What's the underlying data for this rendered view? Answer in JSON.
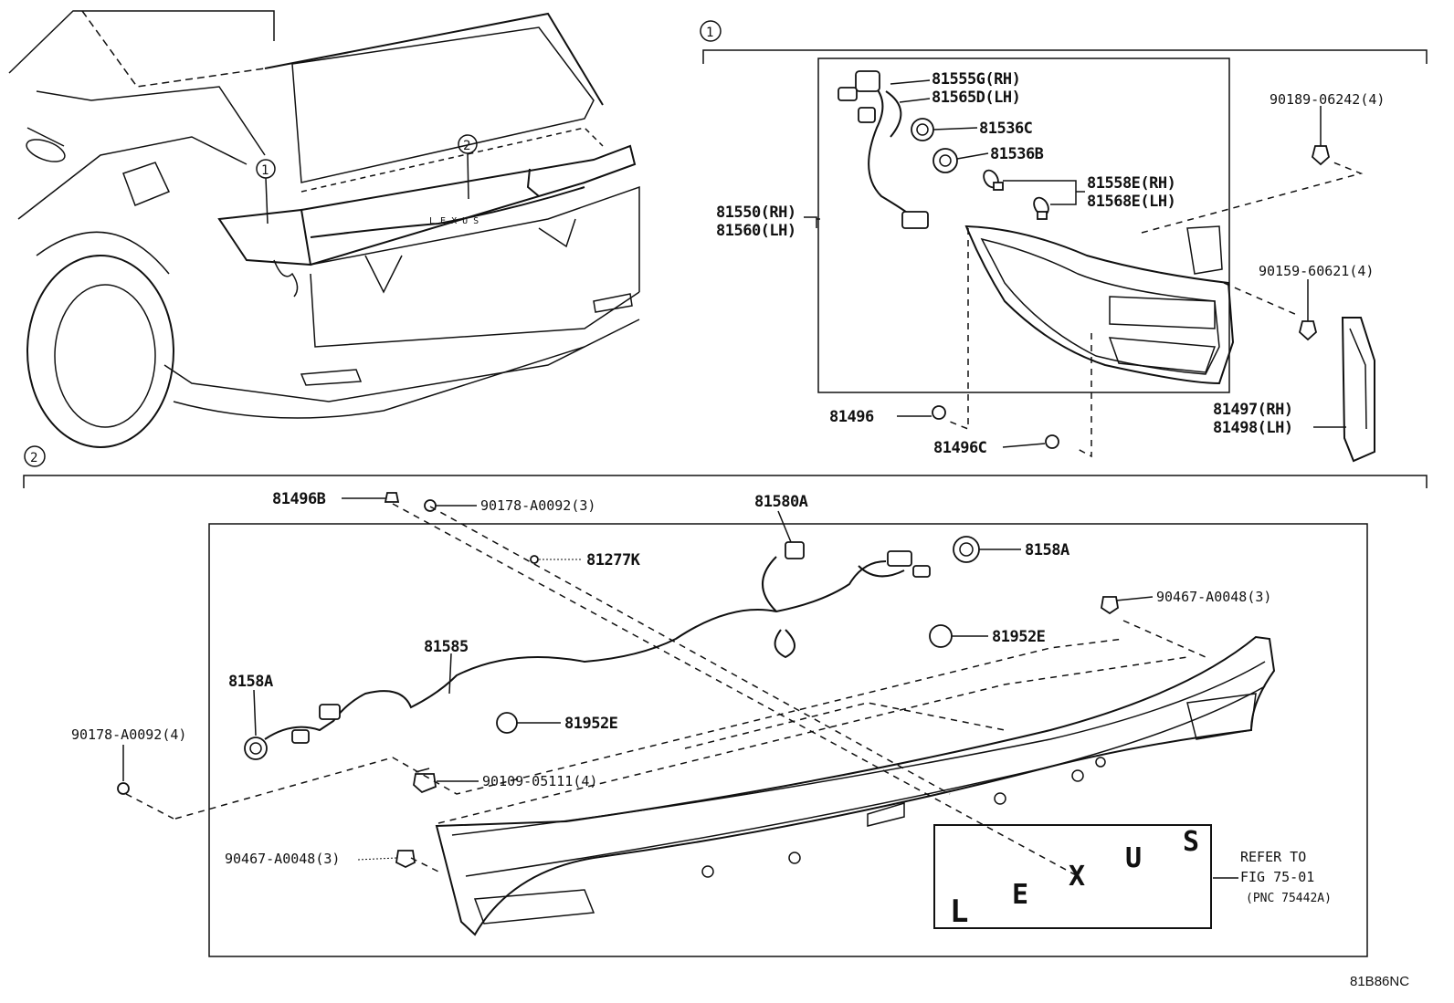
{
  "section_markers": {
    "one": "1",
    "two": "2"
  },
  "callouts_on_vehicle": {
    "one": "1",
    "two": "2"
  },
  "section1": {
    "assembly_rh": "81550(RH)",
    "assembly_lh": "81560(LH)",
    "socket_rh": "81555G(RH)",
    "socket_lh": "81565D(LH)",
    "part_81536C": "81536C",
    "part_81536B": "81536B",
    "bulb_rh": "81558E(RH)",
    "bulb_lh": "81568E(LH)",
    "screw_top": "90189-06242(4)",
    "screw_mid": "90159-60621(4)",
    "part_81496": "81496",
    "part_81496C": "81496C",
    "bracket_rh": "81497(RH)",
    "bracket_lh": "81498(LH)"
  },
  "section2": {
    "part_81496B": "81496B",
    "clip_top": "90178-A0092(3)",
    "part_81580A": "81580A",
    "part_81277K": "81277K",
    "socket_right": "8158A",
    "screw_right": "90467-A0048(3)",
    "part_81585": "81585",
    "grommet_right": "81952E",
    "socket_left": "8158A",
    "grommet_left": "81952E",
    "clip_left": "90178-A0092(4)",
    "bolt_mid": "90109-05111(4)",
    "screw_left": "90467-A0048(3)",
    "emblem_letters": [
      "L",
      "E",
      "X",
      "U",
      "S"
    ],
    "refer_line1": "REFER TO",
    "refer_line2": "FIG 75-01",
    "refer_line3": "(PNC 75442A)"
  },
  "diagram_code": "81B86NC"
}
